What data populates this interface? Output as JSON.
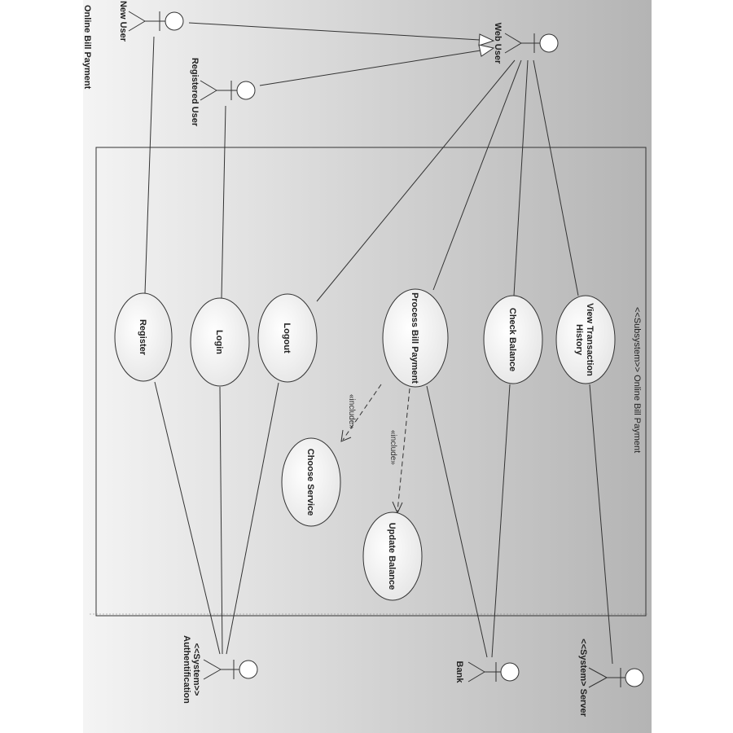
{
  "diagram": {
    "cropped_title": "Online Bill Payment",
    "subsystem_label": "<<Subsystem>> Online Bill Payment",
    "actors": {
      "new_user": "New User",
      "registered_user": "Registered User",
      "web_user": "Web User",
      "auth_line1": "<<System>>",
      "auth_line2": "Authentification",
      "bank": "Bank",
      "server": "<<System> Server"
    },
    "use_cases": {
      "register": "Register",
      "login": "Login",
      "logout": "Logout",
      "process_bill_payment": "Process Bill Payment",
      "check_balance": "Check Balance",
      "view_history_line1": "View Transaction",
      "view_history_line2": "History",
      "choose_service": "Choose Service",
      "update_balance": "Update Balance"
    },
    "relations": {
      "include_1": "«include»",
      "include_2": "«include»"
    }
  }
}
